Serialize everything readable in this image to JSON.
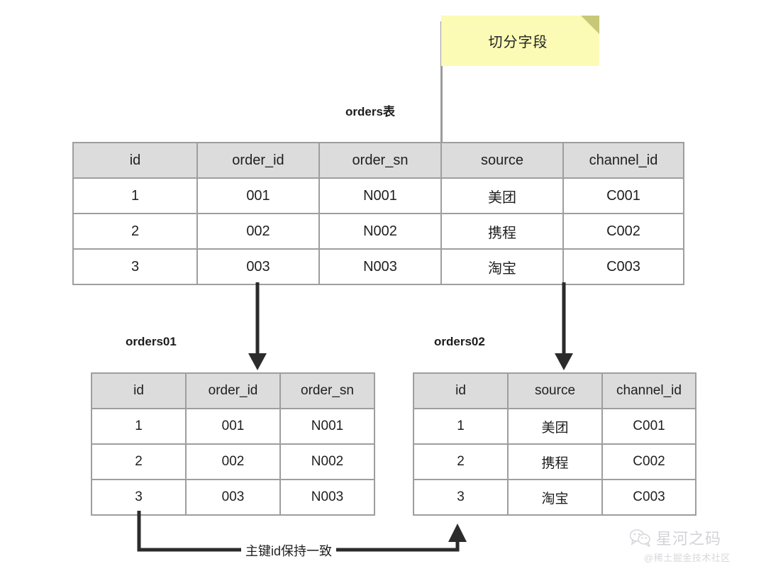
{
  "annotation": {
    "sticky_note_text": "切分字段",
    "note_color": "#fbfbb6",
    "note_fold_color": "#c8c878"
  },
  "source_table": {
    "caption": "orders表",
    "columns": [
      "id",
      "order_id",
      "order_sn",
      "source",
      "channel_id"
    ],
    "rows": [
      [
        "1",
        "001",
        "N001",
        "美团",
        "C001"
      ],
      [
        "2",
        "002",
        "N002",
        "携程",
        "C002"
      ],
      [
        "3",
        "003",
        "N003",
        "淘宝",
        "C003"
      ]
    ]
  },
  "split_tables": [
    {
      "caption": "orders01",
      "columns": [
        "id",
        "order_id",
        "order_sn"
      ],
      "rows": [
        [
          "1",
          "001",
          "N001"
        ],
        [
          "2",
          "002",
          "N002"
        ],
        [
          "3",
          "003",
          "N003"
        ]
      ]
    },
    {
      "caption": "orders02",
      "columns": [
        "id",
        "source",
        "channel_id"
      ],
      "rows": [
        [
          "1",
          "美团",
          "C001"
        ],
        [
          "2",
          "携程",
          "C002"
        ],
        [
          "3",
          "淘宝",
          "C003"
        ]
      ]
    }
  ],
  "connector": {
    "bottom_label": "主键id保持一致",
    "line_color": "#2b2b2b"
  },
  "theme": {
    "header_fill": "#dcdcdc",
    "border_color": "#9e9e9e",
    "text_color": "#1f1f1f"
  },
  "watermark": {
    "name": "星河之码",
    "handle": "@稀土掘金技术社区"
  }
}
